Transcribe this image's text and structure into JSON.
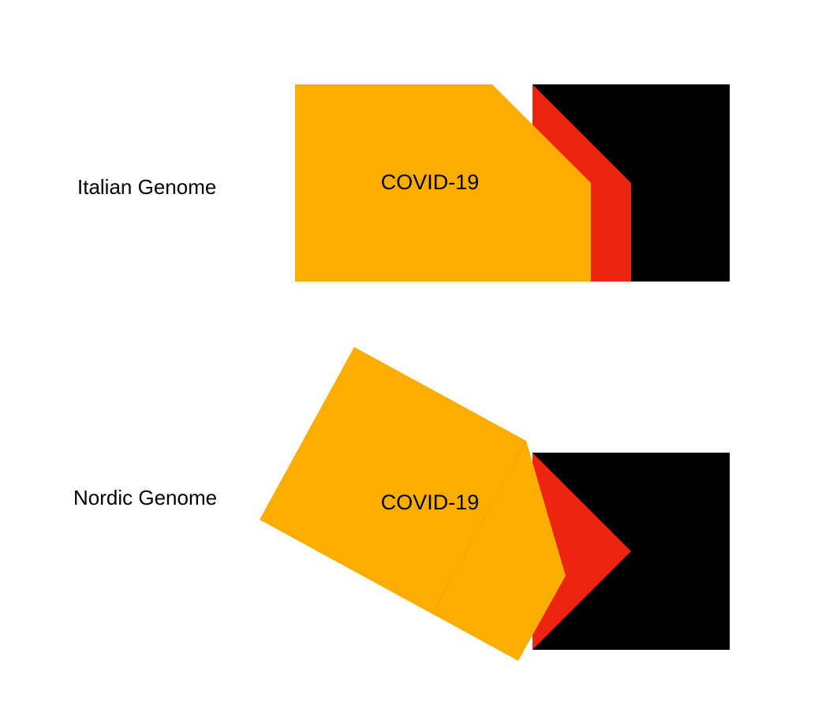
{
  "diagram": {
    "colors": {
      "virus": "#FBAE00",
      "receptor": "#EE2410",
      "cell": "#000000",
      "background": "#FFFFFF"
    },
    "rows": [
      {
        "label": "Italian Genome",
        "virus_label": "COVID-19",
        "fit": "matching receptor"
      },
      {
        "label": "Nordic Genome",
        "virus_label": "COVID-19",
        "fit": "non-matching receptor"
      }
    ]
  }
}
